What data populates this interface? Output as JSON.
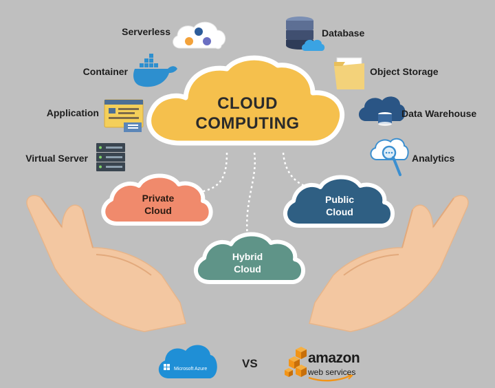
{
  "main_cloud": {
    "line1": "CLOUD",
    "line2": "COMPUTING"
  },
  "left_services": [
    {
      "label": "Serverless",
      "icon": "serverless-cloud-icon"
    },
    {
      "label": "Container",
      "icon": "docker-whale-icon"
    },
    {
      "label": "Application",
      "icon": "application-window-icon"
    },
    {
      "label": "Virtual Server",
      "icon": "server-rack-icon"
    }
  ],
  "right_services": [
    {
      "label": "Database",
      "icon": "database-icon"
    },
    {
      "label": "Object Storage",
      "icon": "folder-icon"
    },
    {
      "label": "Data Warehouse",
      "icon": "data-warehouse-icon"
    },
    {
      "label": "Analytics",
      "icon": "magnifier-cloud-icon"
    }
  ],
  "deployment_clouds": {
    "private": {
      "line1": "Private",
      "line2": "Cloud",
      "color": "#f08a6c"
    },
    "hybrid": {
      "line1": "Hybrid",
      "line2": "Cloud",
      "color": "#5f9488"
    },
    "public": {
      "line1": "Public",
      "line2": "Cloud",
      "color": "#2f5f83"
    }
  },
  "colors": {
    "background": "#bfbfbf",
    "main_cloud": "#f5c04d",
    "skin": "#f4c8a3",
    "azure": "#1f8fd6",
    "aws_orange": "#f29417"
  },
  "providers": {
    "azure_label": "Microsoft Azure",
    "vs": "VS",
    "aws_line1": "amazon",
    "aws_line2": "web services"
  }
}
